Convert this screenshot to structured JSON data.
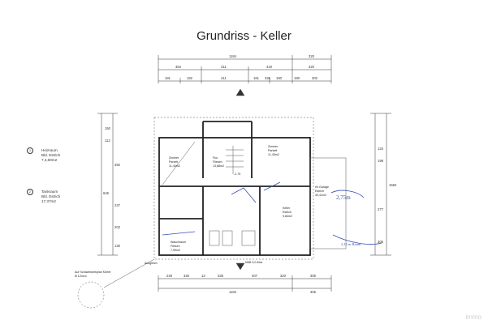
{
  "title": "Grundriss - Keller",
  "legend": [
    {
      "num": "1",
      "line1": "Heizraum",
      "line2": "Bld. Estrich",
      "line3": "7,4,60m2"
    },
    {
      "num": "2",
      "line1": "Tankraum",
      "line2": "Bld. Estrich",
      "line3": "17,37m2"
    }
  ],
  "dims_top": {
    "row1": [
      "1184",
      "320"
    ],
    "row2": [
      "364",
      "411",
      "419",
      "320"
    ],
    "row3": [
      "181",
      "182",
      "411",
      "161",
      "335",
      "180",
      "190",
      "302"
    ]
  },
  "dims_bottom": {
    "row1": [
      "249",
      "345",
      "13",
      "335",
      "407",
      "320",
      "305"
    ],
    "row2": [
      "1184",
      "305"
    ]
  },
  "dims_left": [
    "150",
    "112",
    "392",
    "646",
    "237",
    "202",
    "130"
  ],
  "dims_right": [
    "134",
    "198",
    "1584",
    "277",
    "305"
  ],
  "rooms": {
    "zimmer_left": {
      "name": "Zimmer",
      "sub": "Parkett",
      "area": "11,40m2"
    },
    "flur": {
      "name": "Flur",
      "sub": "Fliesen",
      "area": "13,88m2",
      "level": "-2.75"
    },
    "zimmer_right": {
      "name": "Zimmer",
      "sub": "Parkett",
      "area": "11,45m2"
    },
    "keller": {
      "name": "Keller",
      "sub": "Estrich",
      "area": "9,84m2"
    },
    "waschraum": {
      "name": "Waschraum",
      "sub": "Fliesen",
      "area": "7,59m2"
    },
    "garage": {
      "name": "eh.Garage",
      "sub": "Estrich",
      "area": "30,41m2"
    }
  },
  "notes": {
    "sb": "Ausgleich",
    "corner": "Auf Schachtwerkplan Körtet",
    "corner2": "Ø 120cm",
    "bottom": "MdB 3,0 Abw"
  },
  "handwriting": {
    "label1": "2,75m",
    "label2": "2,15 m Raum"
  },
  "watermark": "immo"
}
